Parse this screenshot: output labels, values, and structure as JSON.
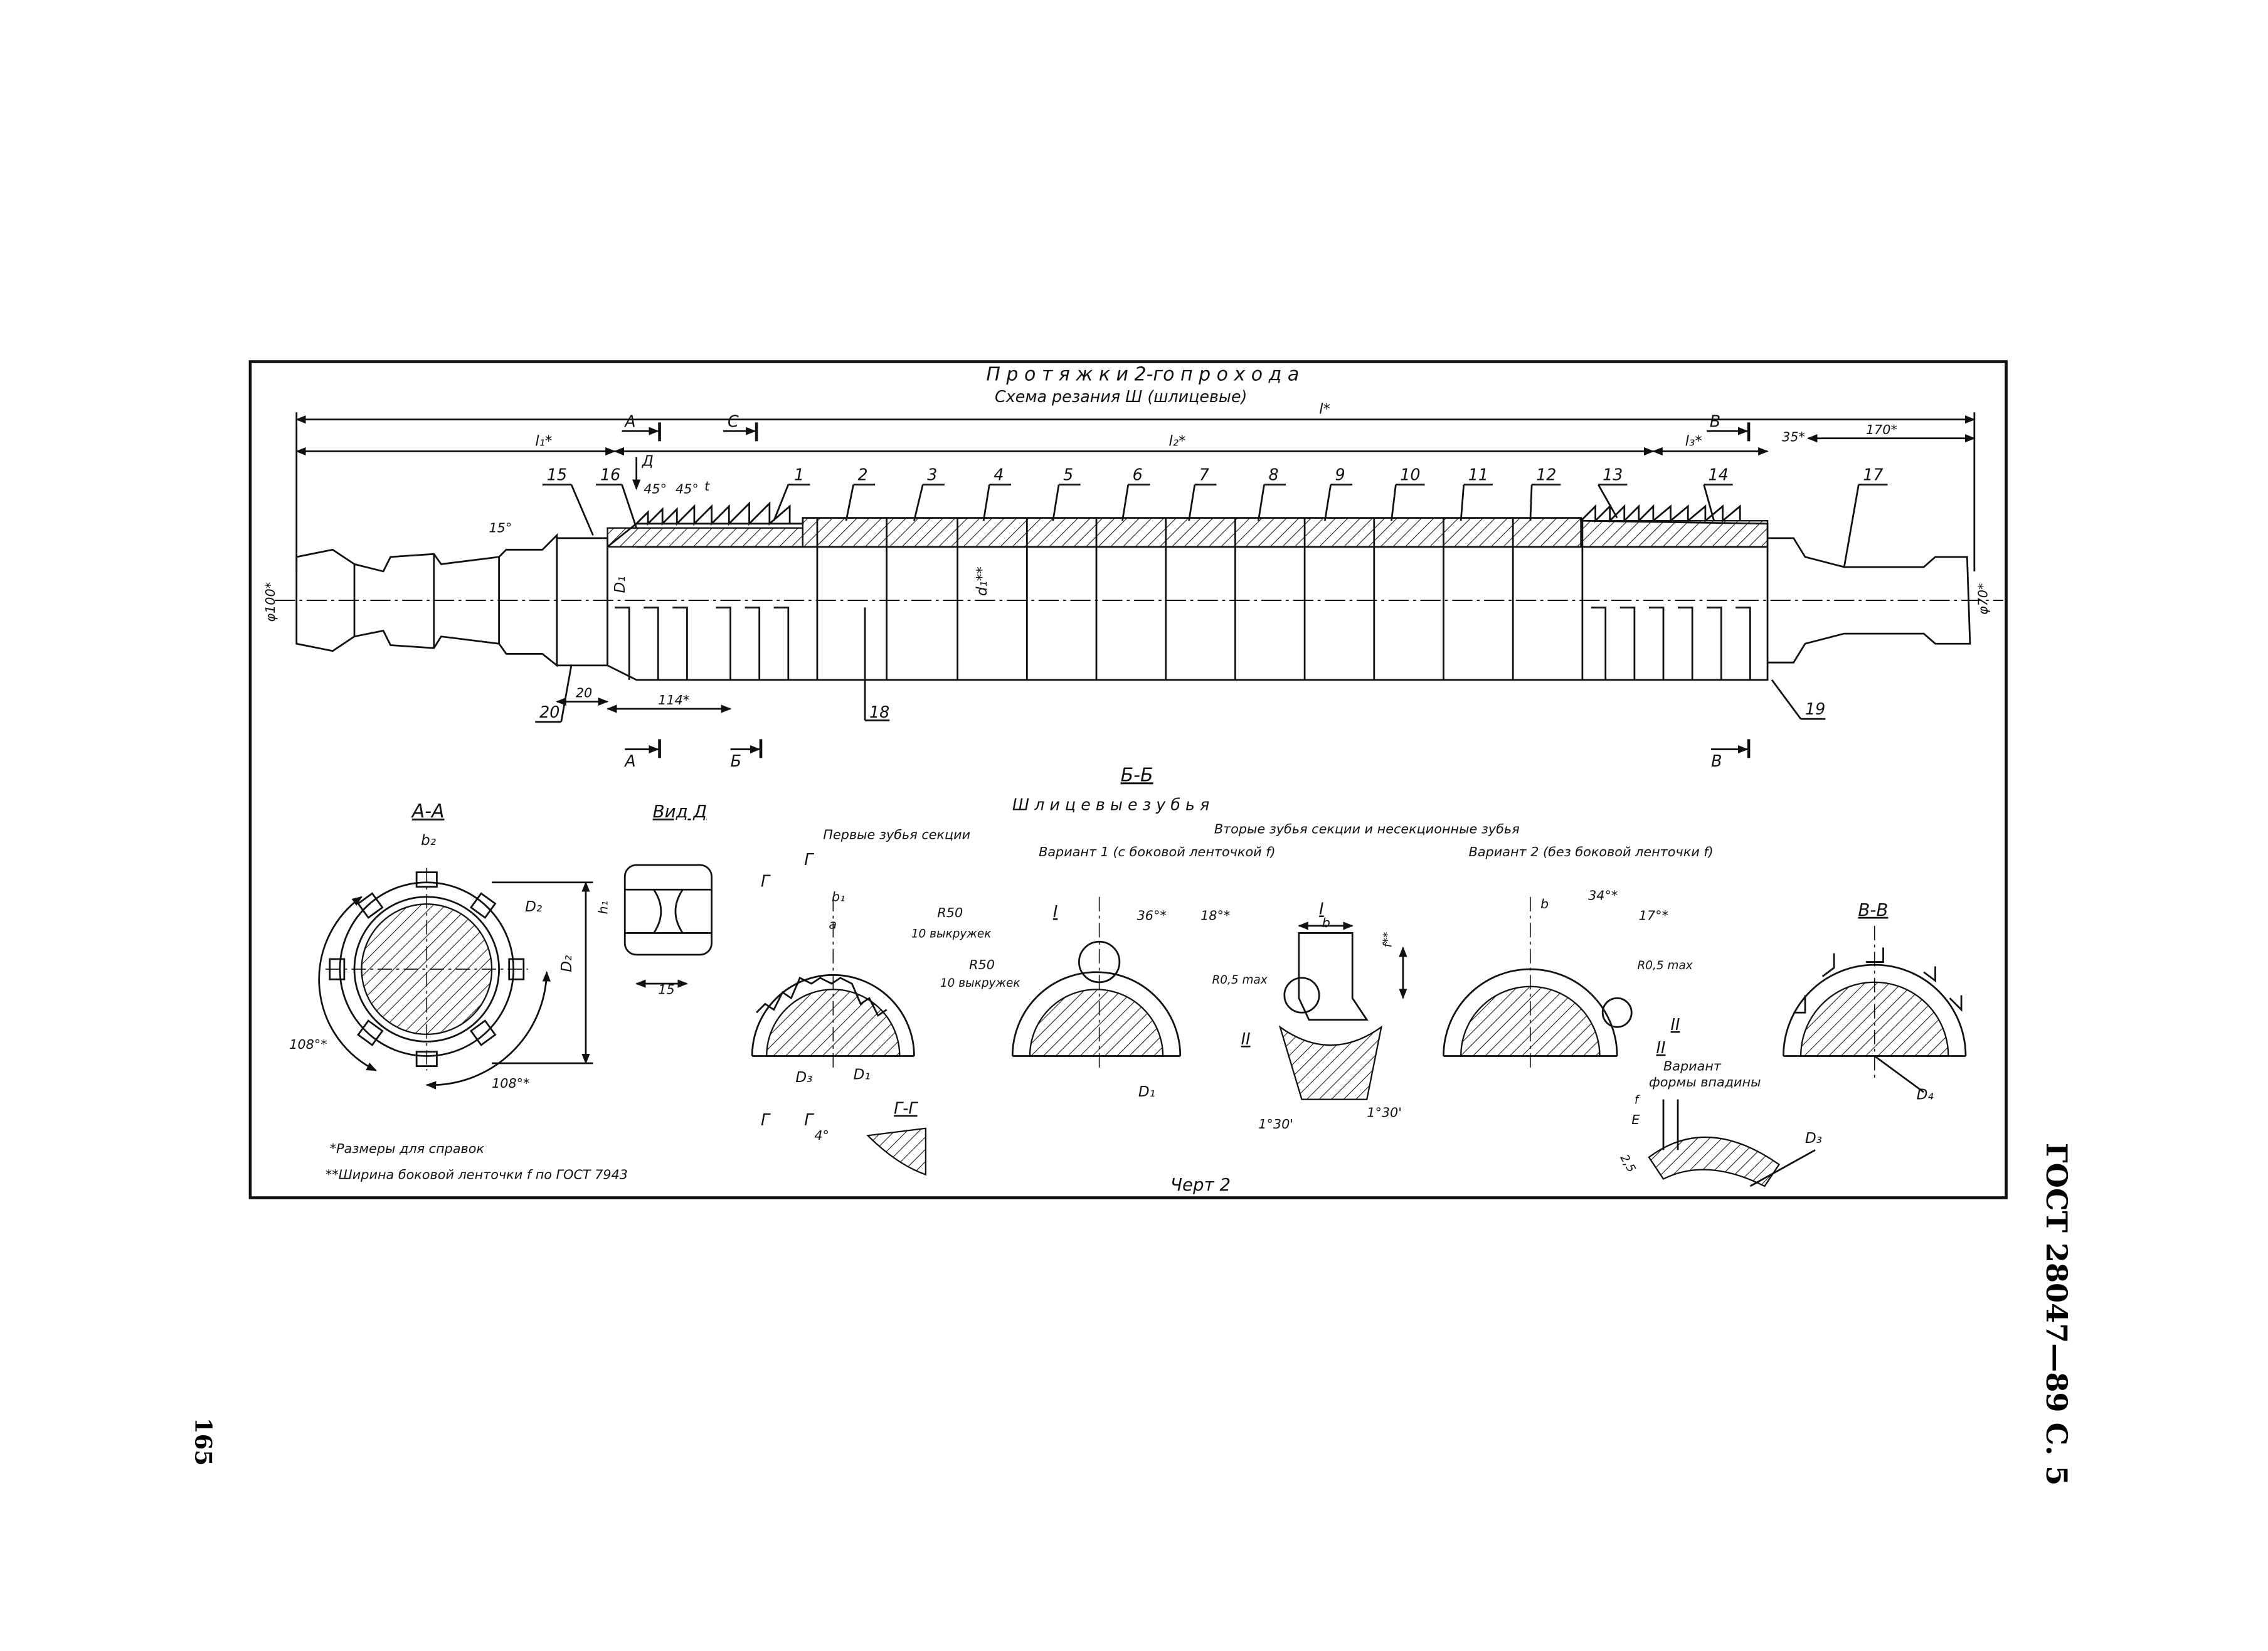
{
  "title": {
    "line1": "П р о т я ж к и  2-го  п р о х о д а",
    "line2": "Схема резания Ш (шлицевые)"
  },
  "dimensions": {
    "total_length": "l*",
    "l1": "l₁*",
    "l2": "l₂*",
    "l3": "l₃*",
    "angle_35": "35*",
    "len_170": "170*",
    "len_114": "114*",
    "dim_20_a": "20",
    "dim_20_b": "20",
    "dim_15": "15",
    "phi_100": "φ100*",
    "phi_70": "φ70*",
    "angle_15": "15°",
    "angle_45_a": "45°",
    "angle_45_b": "45°",
    "t_label": "t",
    "d1_label": "d₁**",
    "D1_label": "D₁"
  },
  "section_marks": {
    "a_top": "А",
    "s_top": "С",
    "v_top": "В",
    "a_bottom": "А",
    "b_bottom": "Б",
    "v_bottom": "В",
    "d_view": "Д"
  },
  "callouts": [
    "1",
    "2",
    "3",
    "4",
    "5",
    "6",
    "7",
    "8",
    "9",
    "10",
    "11",
    "12",
    "13",
    "14",
    "15",
    "16",
    "17",
    "18",
    "19",
    "20"
  ],
  "views": {
    "aa": "А-А",
    "view_d": "Вид Д",
    "bb": "Б-Б",
    "vv": "В-В",
    "gg": "Г-Г",
    "detail_i": "I",
    "detail_ii": "II",
    "detail_ii_b": "II",
    "detail_ii_c": "II"
  },
  "labels": {
    "spline_teeth": "Ш л и ц е в ы е     з у б ь я",
    "first_teeth": "Первые зубья секции",
    "second_teeth": "Вторые зубья секции и несекционные зубья",
    "variant1": "Вариант 1 (с боковой ленточкой f)",
    "variant2": "Вариант 2 (без боковой ленточки f)",
    "variant_valley_1": "Вариант",
    "variant_valley_2": "формы впадины",
    "b2": "b₂",
    "D2": "D₂",
    "D2b": "D₂",
    "h1": "h₁",
    "angle_108a": "108°*",
    "angle_108b": "108°*",
    "b1": "b₁",
    "a": "a",
    "r50_1": "R50",
    "bulge_1": "10 выкружек",
    "r50_2": "R50",
    "bulge_2": "10 выкружек",
    "D3": "D₃",
    "D1a": "D₁",
    "D1b": "D₁",
    "D4": "D₄",
    "D3b": "D₃",
    "angle_36": "36°*",
    "angle_18": "18°*",
    "angle_34": "34°*",
    "angle_17": "17°*",
    "r05_1": "R0,5 max",
    "r05_2": "R0,5 max",
    "b_a": "b",
    "b_b": "b",
    "f_label": "f**",
    "angle_130a": "1°30'",
    "angle_130b": "1°30'",
    "angle_4": "4°",
    "g1": "Г",
    "g2": "Г",
    "g3": "Г",
    "g4": "Г",
    "e_label": "E",
    "dim_25": "2,5",
    "f_small": "f"
  },
  "footnotes": {
    "n1": "*Размеры для справок",
    "n2": "**Ширина боковой ленточки f по ГОСТ 7943"
  },
  "drawing_no": "Черт 2",
  "side_text": "ГОСТ 28047—89 С. 5",
  "page_number": "165"
}
